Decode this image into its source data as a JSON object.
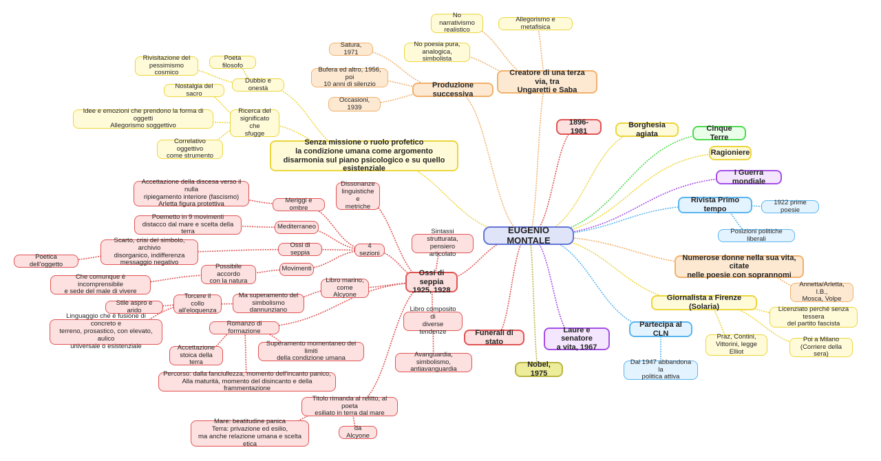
{
  "root": "EUGENIO MONTALE",
  "nodes": {
    "dates": "1896-1981",
    "borghesia": "Borghesia agiata",
    "cinque_terre": "Cinque Terre",
    "ragioniere": "Ragioniere",
    "guerra": "I Guerra mondiale",
    "rivista": "Rivista Primo tempo",
    "poesie_1922": "1922 prime poesie",
    "posizioni": "Posizioni politiche liberali",
    "donne": "Numerose donne nella sua vita, citate\nnelle poesie con soprannomi",
    "annetta": "Annetta/Arletta, I.B.,\nMosca, Volpe",
    "giornalista": "Giornalista a Firenze (Solaria)",
    "licenziato": "Licenziato perché senza tessera\ndel partito fascista",
    "milano": "Poi a Milano\n(Corriere della sera)",
    "praz": "Praz, Contini,\nVittorini, legge Elliot",
    "cln": "Partecipa al CLN",
    "dal1947": "Dal 1947 abbandona la\npolitica attiva",
    "laure": "Laure e senatore\na vita, 1967",
    "nobel": "Nobel, 1975",
    "funerali": "Funerali di stato",
    "terza_via": "Creatore di una terza via, tra\nUngaretti e Saba",
    "no_narr": "No narrativismo\nrealistico",
    "allegorismo_meta": "Allegorismo e metafisica",
    "no_poesia": "No poesia pura,\nanalogica, simbolista",
    "produzione": "Produzione successiva",
    "satura": "Satura, 1971",
    "bufera": "Bufera ed altro, 1956, poi\n10 anni di silenzio",
    "occasioni": "Occasioni, 1939",
    "senza_missione": "Senza missione o ruolo profetico\nla condizione umana come argomento\ndisarmonia sul piano psicologico e su quello esistenziale",
    "poeta_filosofo": "Poeta filosofo",
    "rivisitazione": "Rivisitazione del\npessimismo cosmico",
    "dubbio": "Dubbio e onestà",
    "nostalgia": "Nostalgia del sacro",
    "ricerca": "Ricerca del\nsignificato che\nsfugge",
    "idee": "Idee e emozioni che prendono la forma di oggetti\nAllegorismo soggettivo",
    "correlativo": "Correlativo oggettivo\ncome strumento",
    "ossi": "Ossi di seppia\n1925, 1928",
    "sintassi": "Sintassi strutturata,\npensiero articolato",
    "dissonanze": "Dissonanze\nlinguistiche e\nmetriche",
    "sezioni": "4 sezioni",
    "meriggi": "Meriggi e ombre",
    "accettazione_discesa": "Accettazione della discesa verso il nulla\nripiegamento interiore (fascismo)\nArletta figura protettiva",
    "mediterraneo": "Mediterraneo",
    "poemetto": "Poemetto in 9 movimenti\ndistacco dal mare e scelta della terra",
    "ossi_sez": "Ossi di seppia",
    "scarto": "Scarto, crisi del simbolo, archivio\ndisorganico, indifferenza\nmessaggio negativo",
    "poetica_oggetto": "Poetica dell'oggetto",
    "movimenti": "Movimenti",
    "accordo": "Possibile accordo\ncon la natura",
    "comunque": "Che comunque è incomprensibile\ne sede del male di vivere",
    "libro_marino": "Libro marino,\ncome Alcyone",
    "superamento_dann": "Ma superamento del\nsimbolismo dannunziano",
    "torcere": "Torcere il collo\nall'eloquenza",
    "stile": "Stile aspro e arido",
    "linguaggio": "Linguaggio che è fusione di concreto e\nterreno, prosastico, con elevato, aulico\nuniversale o esistenziale",
    "romanzo": "Romanzo di formazione",
    "superamento_mom": "Superamento momentaneo dei limiti\ndella condizione umana",
    "accettazione_stoica": "Accettazione\nstoica della terra",
    "percorso": "Percorso: dalla fanciullezza, momento dell'incanto panico,\nAlla maturità, momento del disincanto e della frammentazione",
    "libro_composito": "Libro composito di\ndiverse tendenze",
    "avanguardia": "Avanguardia, simbolismo,\nantiavanguardia",
    "titolo": "Titolo rimanda al relitto, al poeta\nesiliato in terra dal mare",
    "mare": "Mare: beatitudine panica\nTerra: privazione ed esilio,\nma anche relazione umana e scelta etica",
    "alcyone": "da Alcyone"
  }
}
